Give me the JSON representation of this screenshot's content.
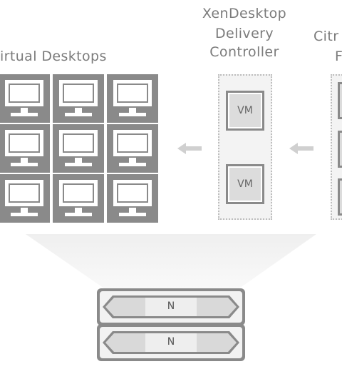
{
  "labels": {
    "virtual_desktops": "irtual Desktops",
    "controller_line1": "XenDesktop",
    "controller_line2": "Delivery",
    "controller_line3": "Controller",
    "citrix_line1": "Citr",
    "citrix_line2": "F"
  },
  "vms": [
    "VM",
    "VM"
  ],
  "nodes": [
    "N",
    "N"
  ],
  "colors": {
    "tile": "#8a8a8a",
    "vm_fill": "#dcdcdc",
    "arrow": "#d0d0d0",
    "text": "#7b7b7b"
  }
}
